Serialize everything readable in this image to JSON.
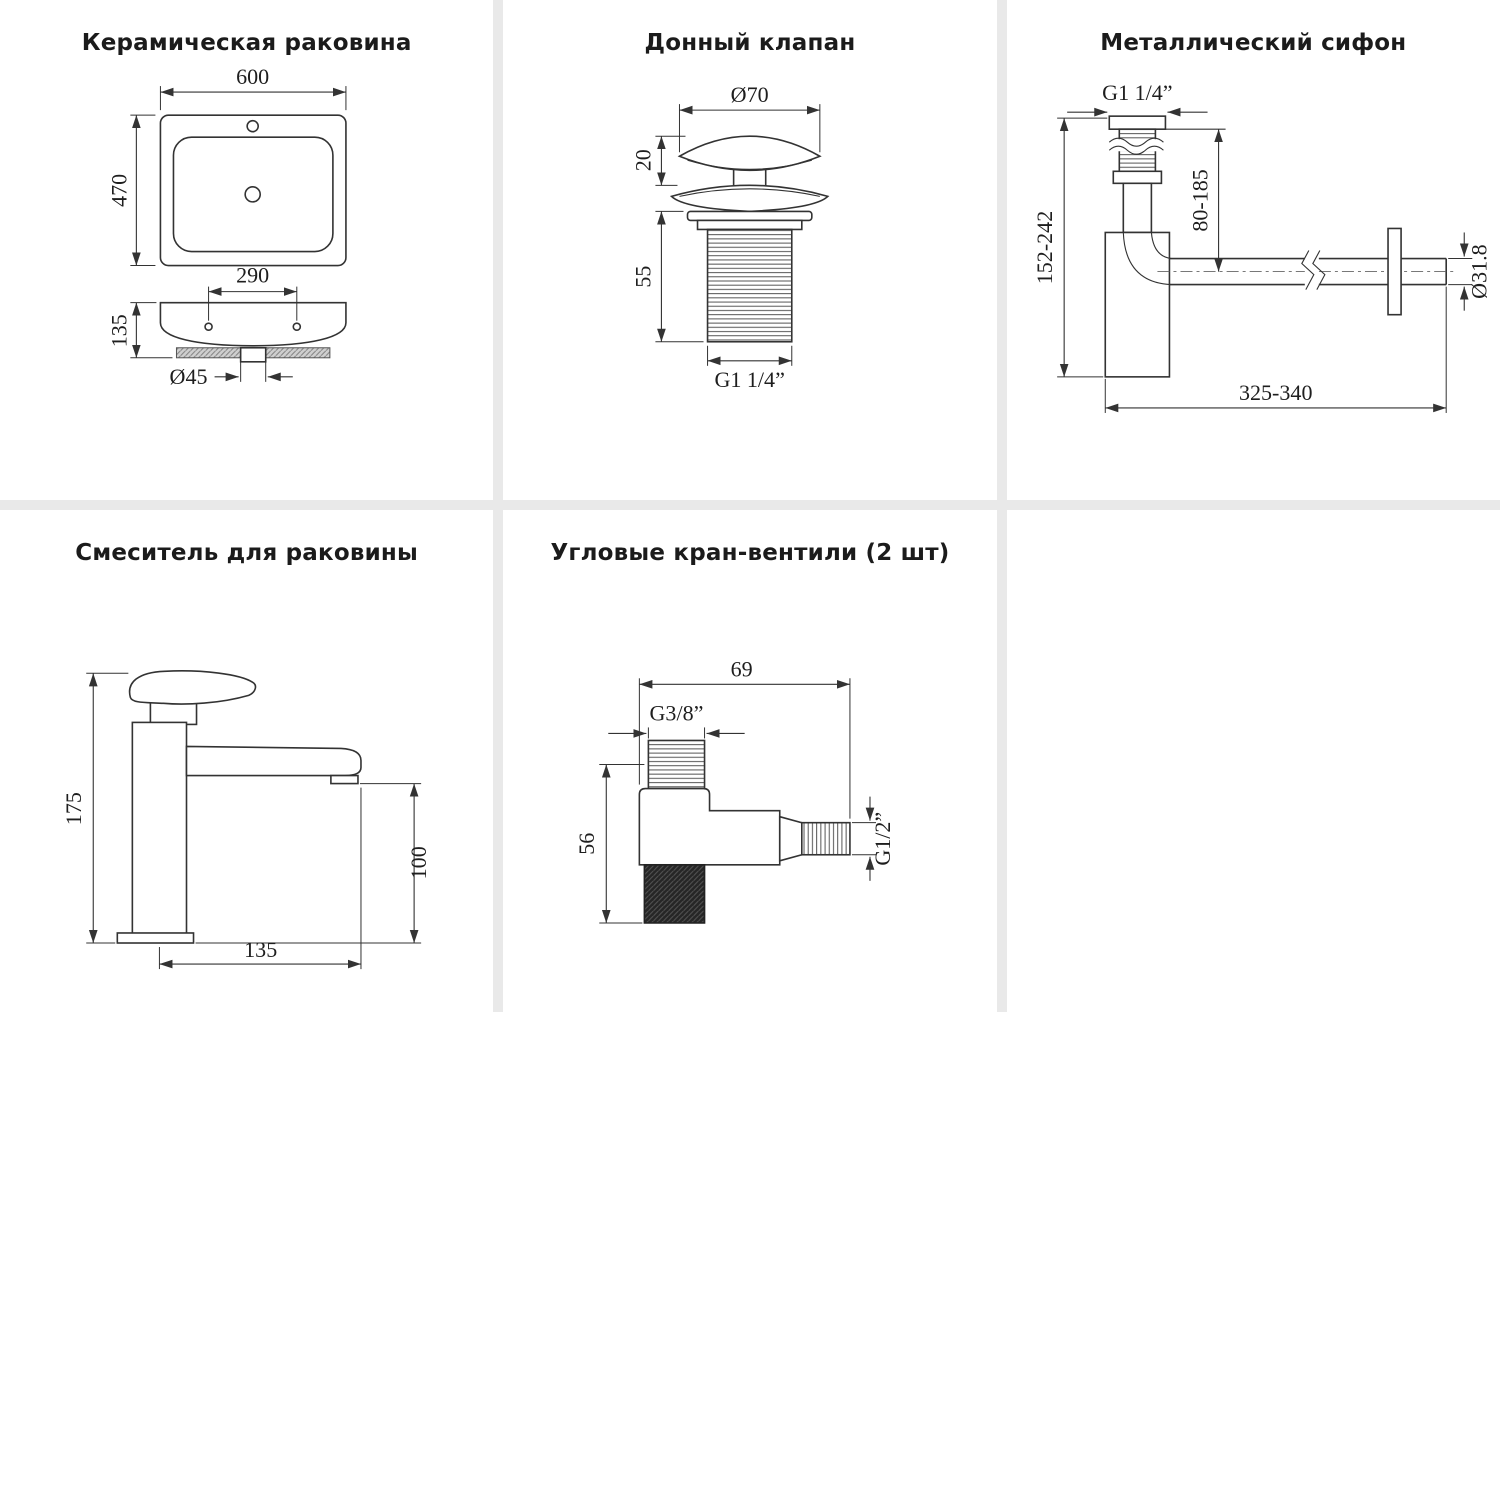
{
  "page": {
    "background": "#ffffff",
    "gutter_color": "#e9e9e9",
    "line_color": "#333333"
  },
  "panels": [
    {
      "id": "ceramic-sink",
      "title": "Керамическая раковина",
      "dims": {
        "width": "600",
        "depth": "470",
        "hole_spacing": "290",
        "height": "135",
        "drain_diameter": "Ø45"
      }
    },
    {
      "id": "drain-valve",
      "title": "Донный клапан",
      "dims": {
        "cap_diameter": "Ø70",
        "cap_height": "20",
        "body_length": "55",
        "thread": "G1 1/4”"
      }
    },
    {
      "id": "siphon",
      "title": "Металлический сифон",
      "dims": {
        "inlet_thread": "G1 1/4”",
        "height_range": "152-242",
        "inlet_depth_range": "80-185",
        "pipe_diameter": "Ø31.8",
        "length_range": "325-340"
      }
    },
    {
      "id": "mixer",
      "title": "Смеситель для раковины",
      "dims": {
        "total_height": "175",
        "spout_height": "100",
        "spout_reach": "135"
      }
    },
    {
      "id": "angle-valves",
      "title": "Угловые кран-вентили (2 шт)",
      "dims": {
        "width": "69",
        "inlet_thread": "G3/8”",
        "height": "56",
        "outlet_thread": "G1/2”"
      }
    }
  ]
}
